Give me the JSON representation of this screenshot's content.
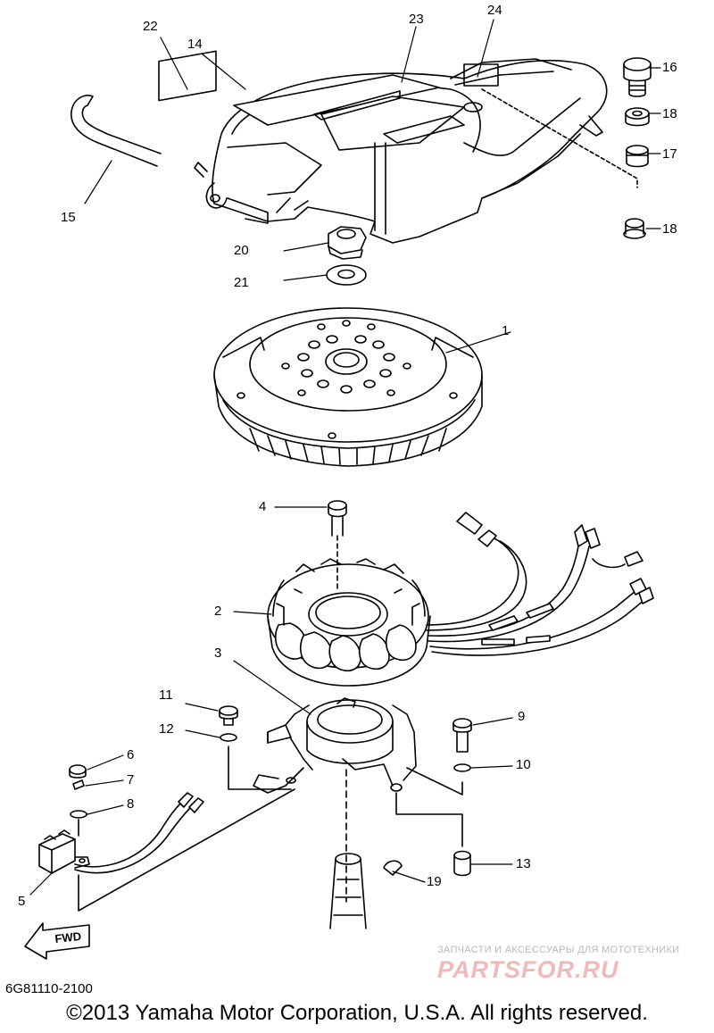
{
  "callouts": {
    "c1": "1",
    "c2": "2",
    "c3": "3",
    "c4": "4",
    "c5": "5",
    "c6": "6",
    "c7": "7",
    "c8": "8",
    "c9": "9",
    "c10": "10",
    "c11": "11",
    "c12": "12",
    "c13": "13",
    "c14": "14",
    "c15": "15",
    "c16": "16",
    "c17": "17",
    "c18a": "18",
    "c18b": "18",
    "c19": "19",
    "c20": "20",
    "c21": "21",
    "c22": "22",
    "c23": "23",
    "c24": "24"
  },
  "fwd_label": "FWD",
  "diagram_code": "6G81110-2100",
  "copyright": "©2013 Yamaha Motor Corporation, U.S.A. All rights reserved.",
  "watermark": {
    "tagline": "ЗАПЧАСТИ И АКСЕССУАРЫ ДЛЯ МОТОТЕХНИКИ",
    "logo": "PARTSFOR.RU"
  },
  "colors": {
    "line": "#000000",
    "background": "#ffffff",
    "watermark_logo": "#f2b9b9",
    "watermark_text": "#b9b9b9"
  }
}
